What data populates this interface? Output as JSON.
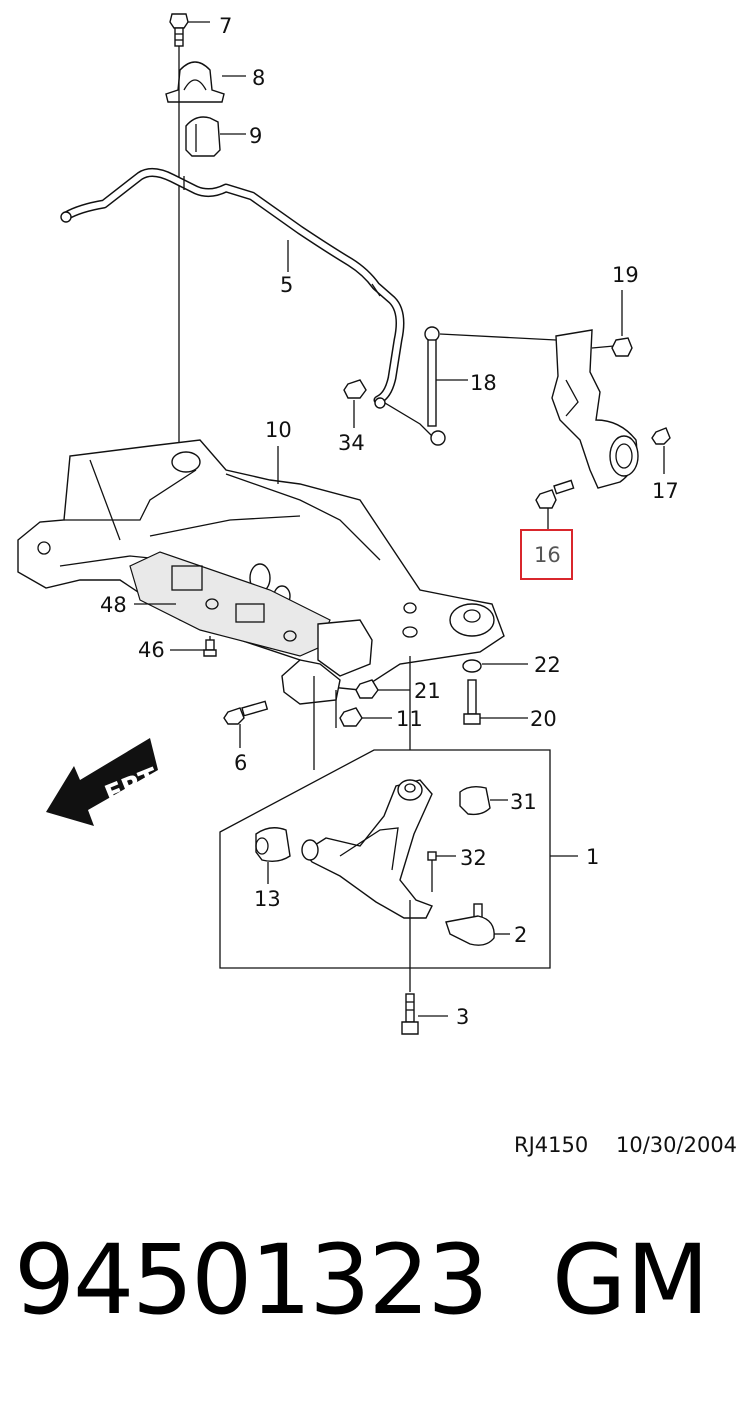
{
  "callouts": {
    "c1": "1",
    "c2": "2",
    "c3": "3",
    "c5": "5",
    "c6": "6",
    "c7": "7",
    "c8": "8",
    "c9": "9",
    "c10": "10",
    "c11": "11",
    "c13": "13",
    "c16": "16",
    "c17": "17",
    "c18": "18",
    "c19": "19",
    "c20": "20",
    "c21": "21",
    "c22": "22",
    "c31": "31",
    "c32": "32",
    "c34": "34",
    "c46": "46",
    "c48": "48"
  },
  "direction_label": "FRT",
  "highlight_color": "#d9262c",
  "reference": {
    "code": "RJ4150",
    "date": "10/30/2004"
  },
  "footer": {
    "part_number": "94501323",
    "brand": "GM"
  }
}
